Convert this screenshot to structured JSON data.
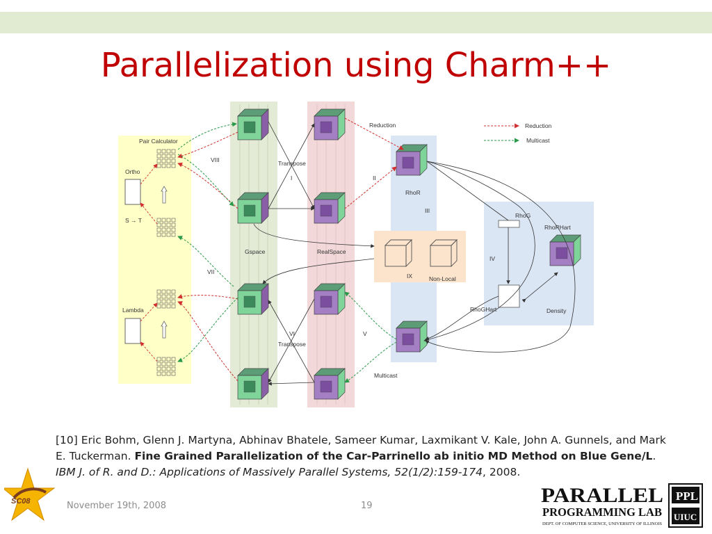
{
  "slide": {
    "title": "Parallelization using Charm++",
    "footer_date": "November 19th, 2008",
    "page_number": "19"
  },
  "reference": {
    "prefix": "[10] Eric Bohm, Glenn J. Martyna, Abhinav Bhatele, Sameer Kumar, Laxmikant V. Kale, John A. Gunnels, and Mark E. Tuckerman. ",
    "paper_title": "Fine Grained Parallelization of the Car-Parrinello ab initio MD Method on Blue Gene/L",
    "sep": ". ",
    "journal": "IBM J. of R. and D.: Applications of Massively Parallel Systems, 52(1/2):159-174",
    "year": ", 2008."
  },
  "diagram": {
    "pair_calculator": "Pair Calculator",
    "ortho": "Ortho",
    "s_to_t": "S → T",
    "lambda": "Lambda",
    "gspace": "Gspace",
    "realspace": "RealSpace",
    "transpose_top": "Transpose",
    "transpose_bottom": "Transpose",
    "rhor": "RhoR",
    "rhog": "RhoG",
    "rhorhart": "RhoRHart",
    "rhoghart": "RhoGHart",
    "density": "Density",
    "non_local": "Non-Local",
    "reduction_top": "Reduction",
    "multicast_bottom": "Multicast",
    "legend_reduction": "Reduction",
    "legend_multicast": "Multicast",
    "phase_i": "I",
    "phase_ii": "II",
    "phase_iii": "III",
    "phase_iv": "IV",
    "phase_v": "V",
    "phase_vi": "VI",
    "phase_vii": "VII",
    "phase_viii": "VIII",
    "phase_ix": "IX"
  },
  "logos": {
    "right_main": "PARALLEL",
    "right_sub": "PROGRAMMING LAB",
    "right_dept": "DEPT. OF COMPUTER SCIENCE, UNIVERSITY OF ILLINOIS",
    "right_box_top": "PPL",
    "right_box_bottom": "UIUC",
    "left_badge": "SC08"
  },
  "colors": {
    "title": "#c00000",
    "top_bar": "#e1ebd2",
    "reduction_arrow": "#d03030",
    "multicast_arrow": "#2a9a4a",
    "pair_calc_region": "#ffffc8",
    "gspace_region": "#e3ead5",
    "realspace_region": "#f2d8d8",
    "rho_region": "#dbe6f5",
    "nonlocal_region": "#fbe3cc"
  }
}
